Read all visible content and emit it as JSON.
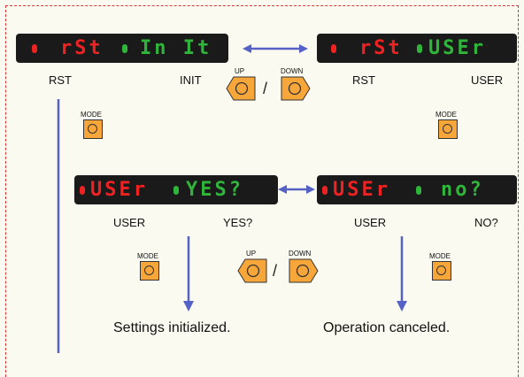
{
  "colors": {
    "red": "#ee2222",
    "green": "#2fb53a",
    "blue": "#5561c4",
    "orange": "#f7a63a",
    "dash": "#dd3333"
  },
  "displays": {
    "d1": {
      "left": "rSt",
      "right": "In It",
      "left_color": "red",
      "right_color": "green"
    },
    "d2": {
      "left": "rSt",
      "right": "USEr",
      "left_color": "red",
      "right_color": "green"
    },
    "d3": {
      "left": "USEr",
      "right": "YES?",
      "left_color": "red",
      "right_color": "green"
    },
    "d4": {
      "left": "USEr",
      "right": "no?",
      "left_color": "red",
      "right_color": "green"
    }
  },
  "labels": {
    "rst1": "RST",
    "init": "INIT",
    "rst2": "RST",
    "user1": "USER",
    "user2": "USER",
    "yes": "YES?",
    "user3": "USER",
    "no": "NO?"
  },
  "buttons": {
    "up": "UP",
    "down": "DOWN",
    "mode": "MODE",
    "slash": "/"
  },
  "captions": {
    "initialized": "Settings initialized.",
    "canceled": "Operation canceled."
  }
}
